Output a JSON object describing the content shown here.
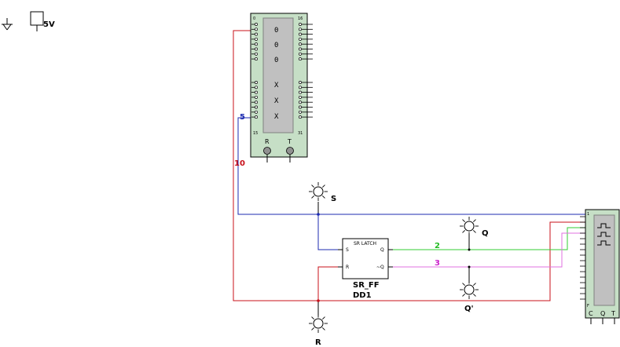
{
  "power": {
    "vcc_label": "5V"
  },
  "word_generator": {
    "start_index": "0",
    "mid_left_index": "15",
    "top_right_index": "16",
    "bottom_right_index": "31",
    "display_rows": [
      "0",
      "0",
      "0",
      "X",
      "X",
      "X"
    ],
    "reset_label": "R",
    "trigger_label": "T"
  },
  "probes": {
    "s": "S",
    "r": "R",
    "q": "Q",
    "q_bar": "Q'"
  },
  "latch": {
    "title": "SR LATCH",
    "pin_s": "S",
    "pin_r": "R",
    "pin_q": "Q",
    "pin_qbar": "~Q",
    "ref_name": "SR_FF",
    "ref_designator": "DD1"
  },
  "nets": {
    "net5": "5",
    "net10": "10",
    "net2": "2",
    "net3": "3"
  },
  "logic_analyzer": {
    "top_index": "1",
    "bottom_index": "F",
    "labels": [
      "C",
      "Q",
      "T"
    ]
  },
  "colors": {
    "blue_wire": "#1c2bb0",
    "red_wire": "#c8101a",
    "green_wire": "#33cc33",
    "pink_wire": "#e070e0",
    "instrument_fill": "#c6dfc6",
    "green_text": "#22bb22",
    "magenta_text": "#cc22cc"
  }
}
